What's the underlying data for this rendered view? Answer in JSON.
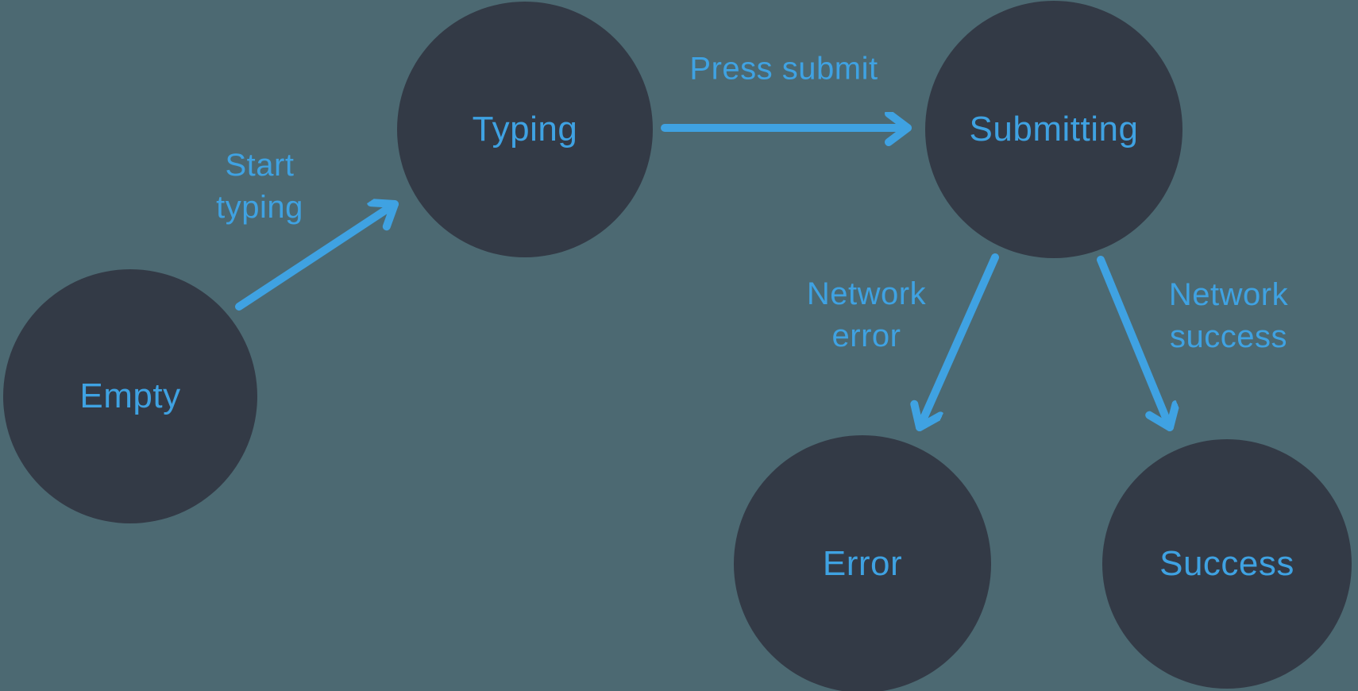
{
  "colors": {
    "background": "#4C6972",
    "node_fill": "#333A46",
    "accent": "#3FA2E2"
  },
  "states": [
    {
      "id": "empty",
      "label": "Empty"
    },
    {
      "id": "typing",
      "label": "Typing"
    },
    {
      "id": "submitting",
      "label": "Submitting"
    },
    {
      "id": "error",
      "label": "Error"
    },
    {
      "id": "success",
      "label": "Success"
    }
  ],
  "transitions": [
    {
      "from": "empty",
      "to": "typing",
      "label": "Start\ntyping"
    },
    {
      "from": "typing",
      "to": "submitting",
      "label": "Press submit"
    },
    {
      "from": "submitting",
      "to": "error",
      "label": "Network\nerror"
    },
    {
      "from": "submitting",
      "to": "success",
      "label": "Network\nsuccess"
    }
  ]
}
